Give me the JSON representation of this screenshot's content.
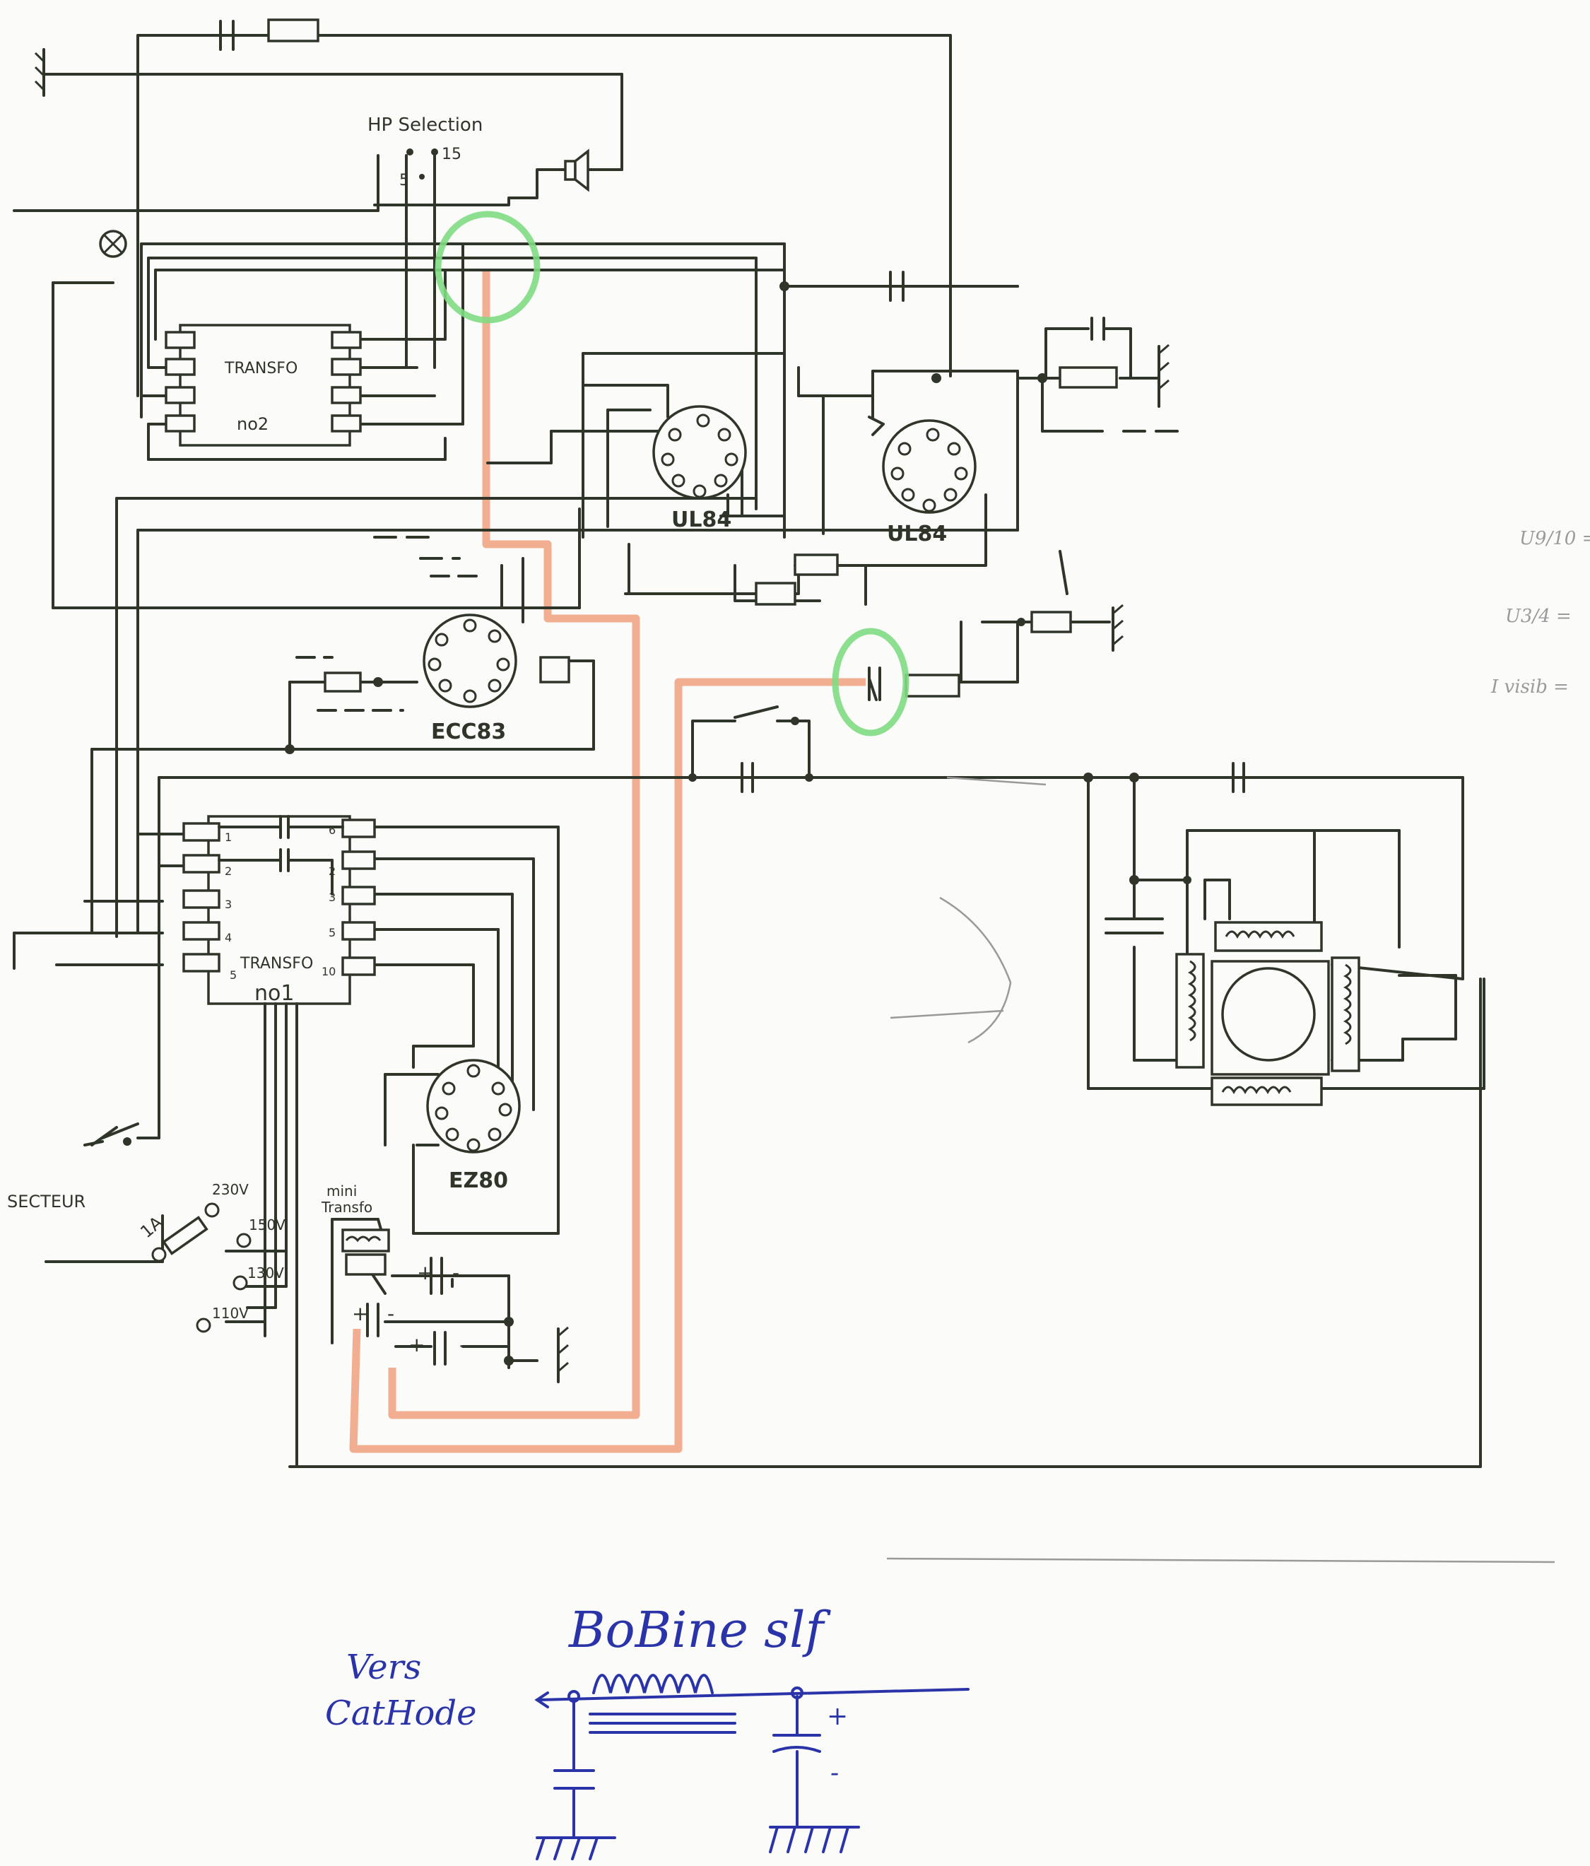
{
  "labels": {
    "hp_selection": "HP Selection",
    "hp_5": "5",
    "hp_15": "15",
    "transfo2_line1": "TRANSFO",
    "transfo2_line2": "no2",
    "transfo1_line1": "TRANSFO",
    "transfo1_line2": "no1",
    "tube_ecc83": "ECC83",
    "tube_ul84_a": "UL84",
    "tube_ul84_b": "UL84",
    "tube_ez80": "EZ80",
    "secteur": "SECTEUR",
    "fuse": "1A",
    "v230": "230V",
    "v150": "150V",
    "v130": "130V",
    "v110": "110V",
    "mini_transfo_1": "mini",
    "mini_transfo_2": "Transfo",
    "cap_plus_1": "+",
    "cap_minus_1": "-",
    "cap_plus_2": "+",
    "cap_minus_2": "-",
    "cap_plus_3": "+",
    "cap_minus_3": "-",
    "t1_pins_left": [
      "1",
      "2",
      "3",
      "4",
      "5"
    ],
    "t1_pins_right": [
      "6",
      "2",
      "3",
      "5",
      "10"
    ],
    "side_note_1": "U9/10 =",
    "side_note_2": "U3/4 =",
    "side_note_3": "I visib =",
    "bottom_title": "BoBine slf",
    "bottom_vers": "Vers",
    "bottom_cathode": "CatHode",
    "bottom_plus": "+",
    "bottom_minus": "-"
  },
  "colors": {
    "ink": "#2f3528",
    "highlight_orange": "#f0a07e",
    "circle_green": "#7fdc82",
    "pen_blue": "#2a34a8"
  }
}
